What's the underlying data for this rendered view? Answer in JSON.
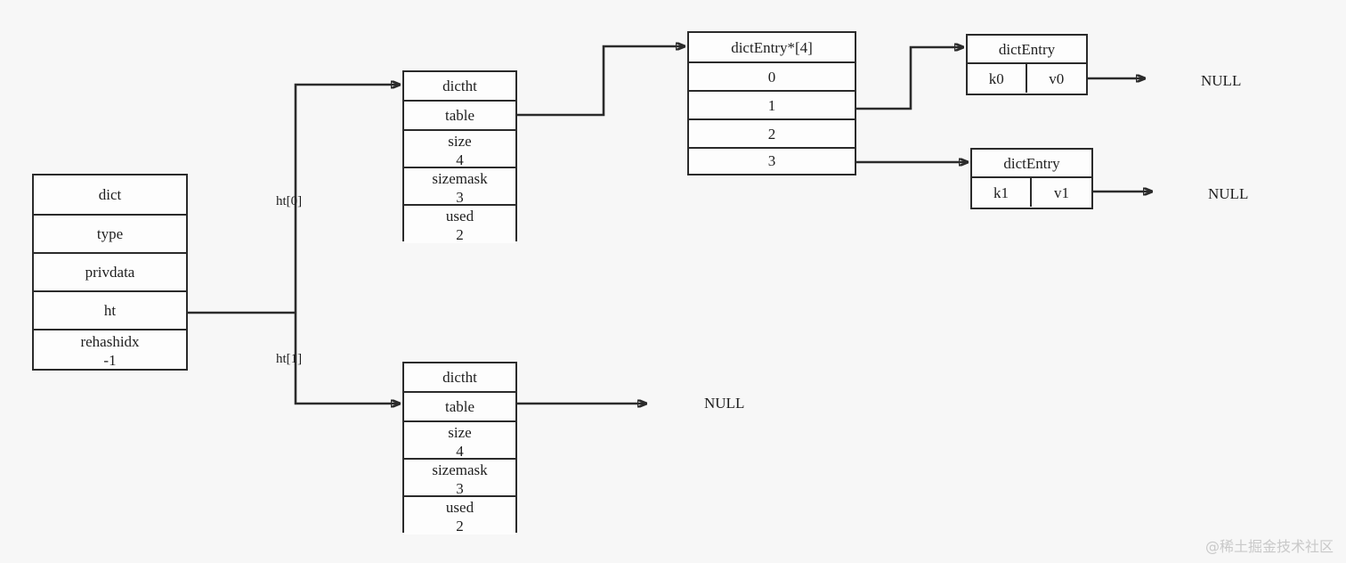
{
  "diagram": {
    "title": "redis dict / dictht / dictEntry structure",
    "background_color": "#f7f7f7",
    "stroke_color": "#2b2b2b",
    "box_fill": "#fdfdfd"
  },
  "dict_struct": {
    "name": "dict",
    "fields": [
      {
        "label": "type",
        "value": ""
      },
      {
        "label": "privdata",
        "value": ""
      },
      {
        "label": "ht",
        "value": ""
      },
      {
        "label": "rehashidx",
        "value": "-1"
      }
    ]
  },
  "branch_labels": {
    "ht0": "ht[0]",
    "ht1": "ht[1]"
  },
  "dictht_top": {
    "name": "dictht",
    "fields": [
      {
        "label": "table",
        "value": ""
      },
      {
        "label": "size",
        "value": "4"
      },
      {
        "label": "sizemask",
        "value": "3"
      },
      {
        "label": "used",
        "value": "2"
      }
    ]
  },
  "dictht_bottom": {
    "name": "dictht",
    "fields": [
      {
        "label": "table",
        "value": ""
      },
      {
        "label": "size",
        "value": "4"
      },
      {
        "label": "sizemask",
        "value": "3"
      },
      {
        "label": "used",
        "value": "2"
      }
    ]
  },
  "bucket_array": {
    "name": "dictEntry*[4]",
    "slots": [
      "0",
      "1",
      "2",
      "3"
    ]
  },
  "entry_k0": {
    "name": "dictEntry",
    "key": "k0",
    "value": "v0"
  },
  "entry_k1": {
    "name": "dictEntry",
    "key": "k1",
    "value": "v1"
  },
  "null_labels": {
    "entry0_next": "NULL",
    "entry1_next": "NULL",
    "ht1_table": "NULL"
  },
  "watermark": {
    "text": "@稀土掘金技术社区"
  }
}
